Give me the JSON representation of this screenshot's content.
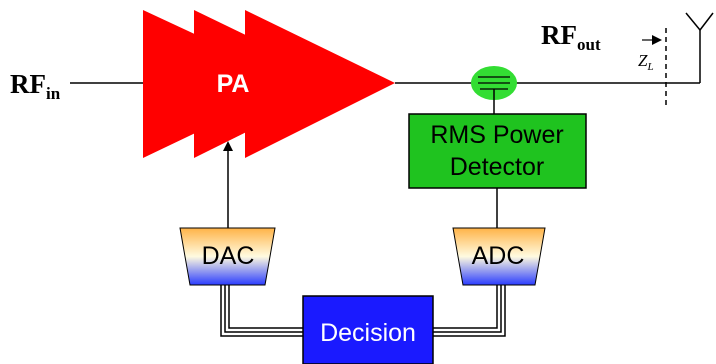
{
  "input_label": {
    "main": "RF",
    "sub": "in"
  },
  "output_label": {
    "main": "RF",
    "sub": "out"
  },
  "impedance_label": {
    "main": "Z",
    "sub": "L"
  },
  "pa": {
    "label": "PA",
    "color": "#ff0000"
  },
  "rms_detector": {
    "line1": "RMS Power",
    "line2": "Detector",
    "color": "#1fc31f"
  },
  "coupler": {
    "color": "#33dd33"
  },
  "dac": {
    "label": "DAC"
  },
  "adc": {
    "label": "ADC"
  },
  "decision": {
    "label": "Decision",
    "color": "#1a1aff"
  },
  "colors": {
    "converter_top": "#ffb347",
    "converter_bottom": "#2a3cff",
    "bus": "#000000"
  }
}
